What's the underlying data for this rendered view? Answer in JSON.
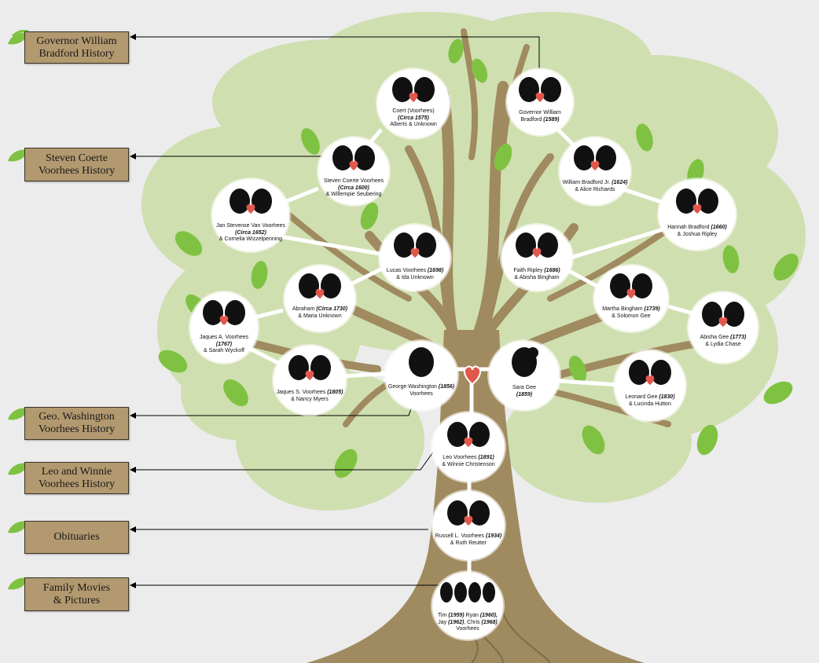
{
  "nav": [
    {
      "line1": "Governor William",
      "line2": "Bradford History"
    },
    {
      "line1": "Steven Coerte",
      "line2": "Voorhees History"
    },
    {
      "line1": "Geo. Washington",
      "line2": "Voorhees History"
    },
    {
      "line1": "Leo and Winnie",
      "line2": "Voorhees History"
    },
    {
      "line1": "Obituaries",
      "line2": ""
    },
    {
      "line1": "Family Movies",
      "line2": "& Pictures"
    }
  ],
  "nodes": {
    "coert": {
      "l1": "Coert (Voorhees)",
      "l2": "(Circa 1575)",
      "l3": "Alberts & Unknown"
    },
    "bradford": {
      "l1": "Governor William",
      "l2": "Bradford",
      "y": "(1589)"
    },
    "steven": {
      "l1": "Steven Coerte Voorhees",
      "l2": "(Circa 1600)",
      "l3": "& Willempie Seubering"
    },
    "bradford_jr": {
      "l1": "William Bradford Jr.",
      "y": "(1624)",
      "l2": "& Alice Richards"
    },
    "jan": {
      "l1": "Jan Stevense Van Voorhees",
      "l2": "(Circa 1652)",
      "l3": "& Cornelia Wizzelpenning"
    },
    "hannah": {
      "l1": "Hannah Bradford",
      "y": "(1660)",
      "l2": "& Joshua Ripley"
    },
    "lucas": {
      "l1": "Lucas Voorhees",
      "y": "(1698)",
      "l2": "& Ida Unknown"
    },
    "faith": {
      "l1": "Faith Ripley",
      "y": "(1686)",
      "l2": "& Abisha Bingham"
    },
    "abraham": {
      "l1": "Abraham",
      "y": "(Circa 1730)",
      "l2": "& Maria Unknown"
    },
    "martha": {
      "l1": "Martha Bingham",
      "y": "(1739)",
      "l2": "& Solomon Gee"
    },
    "jaques_a": {
      "l1": "Jaques A. Voorhees",
      "l2": "(1767)",
      "l3": "& Sarah Wyckoff"
    },
    "abisha": {
      "l1": "Abisha Gee",
      "y": "(1773)",
      "l2": "& Lydia Chase"
    },
    "jaques_s": {
      "l1": "Jaques S. Voorhees",
      "y": "(1805)",
      "l2": "& Nancy Myers"
    },
    "george": {
      "l1": "George Washington",
      "y": "(1856)",
      "l2": "Voorhees"
    },
    "sara": {
      "l1": "Sara Gee",
      "l2": "(1859)"
    },
    "leonard": {
      "l1": "Leonard Gee",
      "y": "(1830)",
      "l2": "& Lucinda Hutton"
    },
    "leo": {
      "l1": "Leo Voorhees",
      "y": "(1891)",
      "l2": "& Winnie Christenson"
    },
    "russell": {
      "l1": "Russell L. Voorhees",
      "y": "(1934)",
      "l2": "& Ruth Reutter"
    },
    "kids": {
      "t1": "Tim",
      "y1": "(1959)",
      "t2": "Ryan",
      "y2": "(1960),",
      "t3": "Jay",
      "y3": "(1962)",
      "t4": ", Chris",
      "y4": "(1968)",
      "l3": "Voorhees"
    }
  },
  "colors": {
    "foliage": "#cfdfb0",
    "trunk": "#a08a5f",
    "button": "#b2996f",
    "heart": "#e2574c",
    "leaf": "#7fc242"
  }
}
